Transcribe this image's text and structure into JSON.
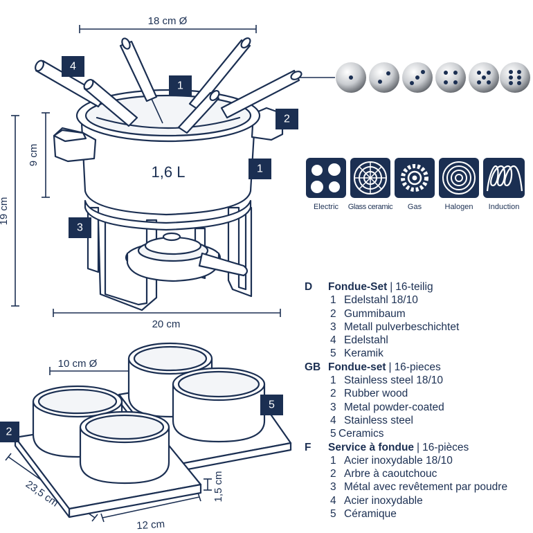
{
  "dimensions": {
    "pot_diameter": "18 cm Ø",
    "pot_height": "9 cm",
    "total_height": "19 cm",
    "base_width": "20 cm",
    "bowl_diameter": "10 cm Ø",
    "board_length": "23,5 cm",
    "board_width": "12 cm",
    "board_thickness": "1,5 cm"
  },
  "pot_volume": "1,6 L",
  "badges": [
    "1",
    "2",
    "3",
    "4",
    "5"
  ],
  "fork_color_dots": [
    1,
    2,
    3,
    4,
    5,
    6
  ],
  "hob_types": [
    {
      "label": "Electric",
      "icon": "electric-hob-icon"
    },
    {
      "label": "Glass ceramic",
      "icon": "glass-ceramic-hob-icon"
    },
    {
      "label": "Gas",
      "icon": "gas-hob-icon"
    },
    {
      "label": "Halogen",
      "icon": "halogen-hob-icon"
    },
    {
      "label": "Induction",
      "icon": "induction-hob-icon"
    }
  ],
  "legend": [
    {
      "lang": "D",
      "title": "Fondue-Set",
      "subtitle": "16-teilig",
      "items": [
        "Edelstahl 18/10",
        "Gummibaum",
        "Metall pulverbeschichtet",
        "Edelstahl",
        "Keramik"
      ]
    },
    {
      "lang": "GB",
      "title": "Fondue-set",
      "subtitle": "16-pieces",
      "items": [
        "Stainless steel 18/10",
        "Rubber wood",
        "Metal powder-coated",
        "Stainless steel",
        "Ceramics"
      ]
    },
    {
      "lang": "F",
      "title": "Service à fondue",
      "subtitle": "16-pièces",
      "items": [
        "Acier inoxydable 18/10",
        "Arbre à caoutchouc",
        "Métal avec revêtement par poudre",
        "Acier inoxydable",
        "Céramique"
      ]
    }
  ],
  "colors": {
    "brand": "#1b2f52",
    "line": "#1b2f52",
    "background": "#ffffff"
  }
}
